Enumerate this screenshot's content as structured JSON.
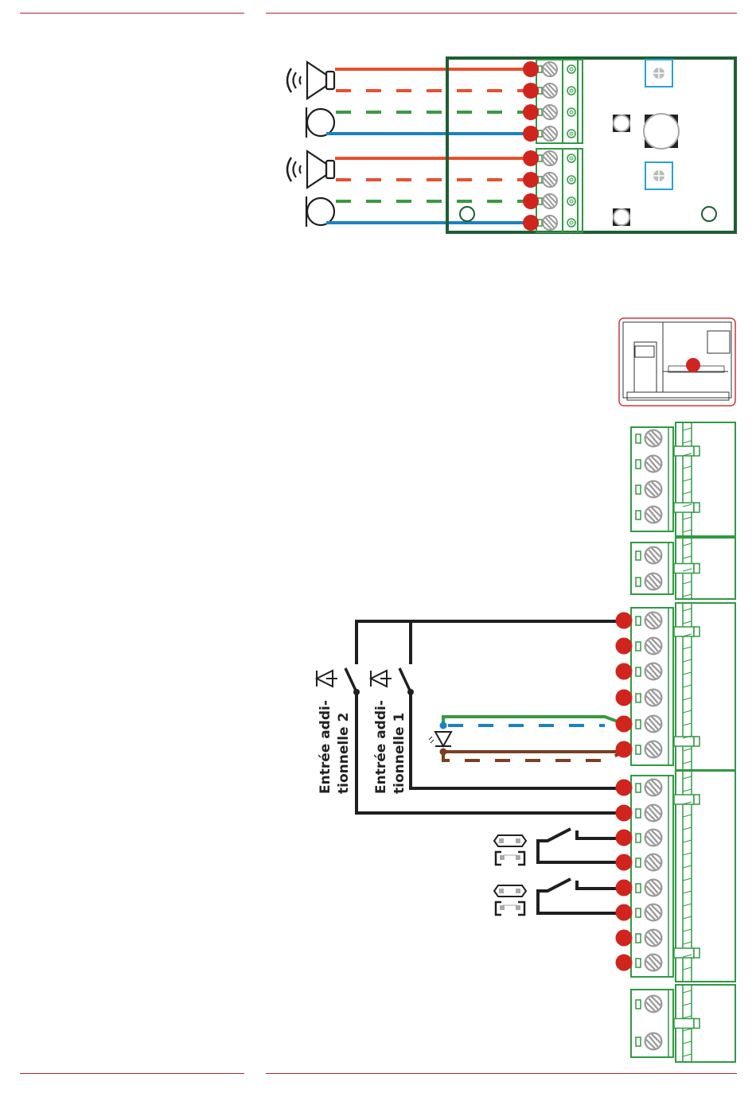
{
  "colors": {
    "rule": "#b5272d",
    "wire_red": "#e8502d",
    "wire_green": "#3a9a3f",
    "wire_blue": "#1a82c4",
    "wire_brown": "#7b3f22",
    "wire_black": "#1f1f1f",
    "terminal_dot": "#d0251f",
    "board_border": "#1e5e32",
    "terminal_green": "#2f9a42",
    "pot_frame": "#27a3d6",
    "screw_grey": "#9a9a9a",
    "locator_border": "#d0353a"
  },
  "top_section": {
    "devices": [
      {
        "type": "speaker",
        "wires": [
          "red-solid",
          "red-dashed"
        ]
      },
      {
        "type": "microphone",
        "wires": [
          "green-dashed",
          "blue-solid"
        ]
      },
      {
        "type": "speaker",
        "wires": [
          "red-solid",
          "red-dashed"
        ]
      },
      {
        "type": "microphone",
        "wires": [
          "green-dashed",
          "blue-solid"
        ]
      }
    ],
    "terminal_count": 8
  },
  "bottom_section": {
    "labels": {
      "input2_line1": "Entrée addi-",
      "input2_line2": "tionnelle 2",
      "input1_line1": "Entrée addi-",
      "input1_line2": "tionnelle 1"
    },
    "terminal_blocks": [
      {
        "terminals": 4,
        "connected": 0
      },
      {
        "terminals": 2,
        "connected": 0
      },
      {
        "terminals": 6,
        "connected": 6
      },
      {
        "terminals": 8,
        "connected": 8
      },
      {
        "terminals": 2,
        "connected": 0
      }
    ]
  }
}
